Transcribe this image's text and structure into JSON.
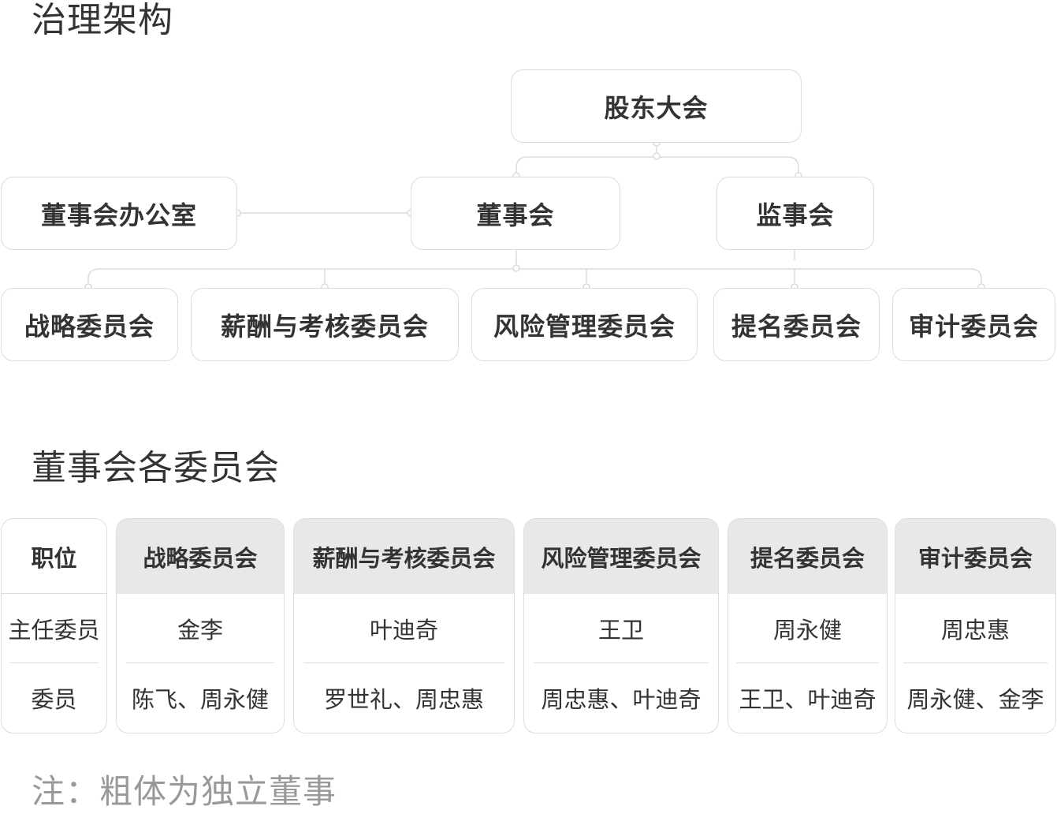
{
  "titles": {
    "architecture": "治理架构",
    "committees": "董事会各委员会"
  },
  "org": {
    "shareholders": "股东大会",
    "board_office": "董事会办公室",
    "board": "董事会",
    "supervisory": "监事会",
    "committees": [
      "战略委员会",
      "薪酬与考核委员会",
      "风险管理委员会",
      "提名委员会",
      "审计委员会"
    ]
  },
  "table": {
    "row_labels": {
      "position": "职位",
      "chair": "主任委员",
      "members": "委员"
    },
    "columns": [
      {
        "committee": "战略委员会",
        "chair": "金李",
        "members": "陈飞、周永健"
      },
      {
        "committee": "薪酬与考核委员会",
        "chair": "叶迪奇",
        "members": "罗世礼、周忠惠"
      },
      {
        "committee": "风险管理委员会",
        "chair": "王卫",
        "members": "周忠惠、叶迪奇"
      },
      {
        "committee": "提名委员会",
        "chair": "周永健",
        "members": "王卫、叶迪奇"
      },
      {
        "committee": "审计委员会",
        "chair": "周忠惠",
        "members": "周永健、金李"
      }
    ]
  },
  "note": "注：粗体为独立董事",
  "colors": {
    "border": "#dcdcdc",
    "header_fill": "#e8e8e8",
    "text": "#333333",
    "note_text": "#999999"
  }
}
